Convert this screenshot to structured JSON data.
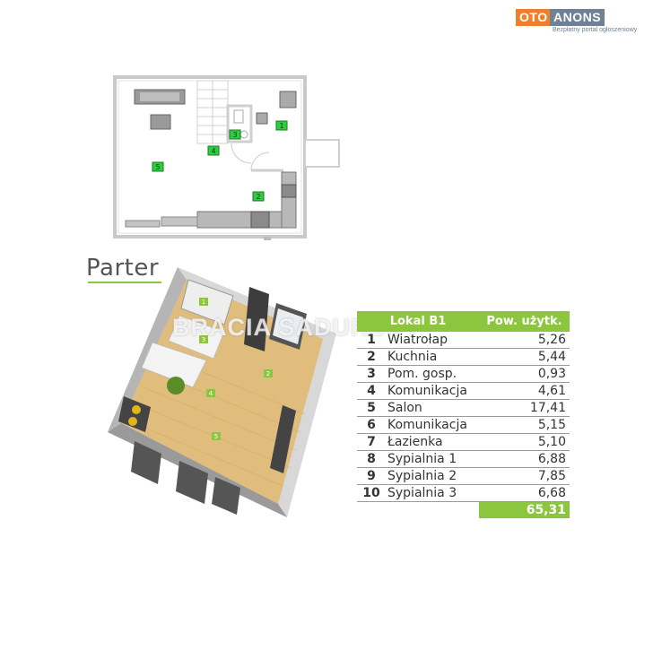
{
  "logo": {
    "oto": "OTO",
    "anons": "ANONS",
    "tagline": "Bezpłatny portal ogłoszeniowy"
  },
  "watermark": "BRACIA SADURSCY",
  "parter_title": "Parter",
  "plan_labels": [
    "1",
    "2",
    "3",
    "4",
    "5"
  ],
  "iso_labels": [
    "1",
    "2",
    "3",
    "4",
    "5"
  ],
  "table": {
    "header_lokal": "Lokal B1",
    "header_pow": "Pow. użytk.",
    "rows": [
      {
        "num": "1",
        "name": "Wiatrołap",
        "value": "5,26"
      },
      {
        "num": "2",
        "name": "Kuchnia",
        "value": "5,44"
      },
      {
        "num": "3",
        "name": "Pom. gosp.",
        "value": "0,93"
      },
      {
        "num": "4",
        "name": "Komunikacja",
        "value": "4,61"
      },
      {
        "num": "5",
        "name": "Salon",
        "value": "17,41"
      },
      {
        "num": "6",
        "name": "Komunikacja",
        "value": "5,15"
      },
      {
        "num": "7",
        "name": "Łazienka",
        "value": "5,10"
      },
      {
        "num": "8",
        "name": "Sypialnia 1",
        "value": "6,88"
      },
      {
        "num": "9",
        "name": "Sypialnia 2",
        "value": "7,85"
      },
      {
        "num": "10",
        "name": "Sypialnia 3",
        "value": "6,68"
      }
    ],
    "total": "65,31"
  },
  "colors": {
    "accent": "#8cc63f",
    "logo_orange": "#f07e2a",
    "logo_slate": "#6f8194",
    "label_green": "#2ecc40"
  }
}
